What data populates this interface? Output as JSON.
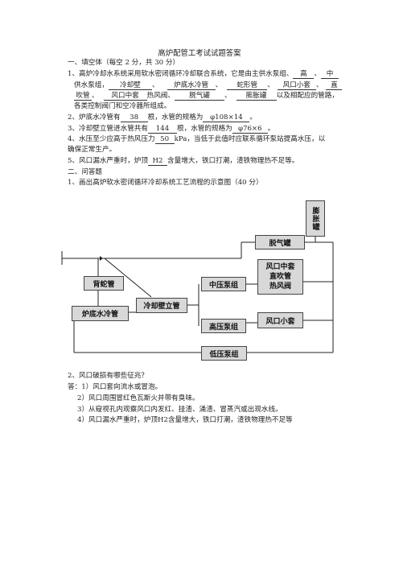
{
  "title": "高炉配管工考试试题答案",
  "sec1": {
    "heading": "一、填空体（每空 2 分，共 30 分）",
    "q1": {
      "a": "1、高炉冷却水系统采用软水密闭循环冷却联合系统，它是由主供水泵组、",
      "b1": "高",
      "c": "、",
      "b2": "中",
      "d": "供水泵组，",
      "b3": "冷却壁",
      "e": "、",
      "b4": "炉底水冷管",
      "f": "、",
      "b5": "蛇形管",
      "g": "、",
      "b6": "风口小套",
      "h": "、",
      "b7": "直",
      "i_prefix": "",
      "b8": "吹管",
      "j": "、",
      "b9": "风口中套",
      "k": "热风阀、",
      "b10": "脱气罐",
      "l": "、",
      "b11": "膨胀罐",
      "m": "以及相配应的管路，",
      "n": "各类控制阀门和空冷器所组成。"
    },
    "q2": {
      "a": "2、炉底水冷管有",
      "b1": "38",
      "c": "根，水管的规格为",
      "b2": "φ108×14",
      "d": "。"
    },
    "q3": {
      "a": "3、冷却壁立管进水管共有",
      "b1": "144",
      "c": "根，水管的规格为",
      "b2": "φ76×6",
      "d": "。"
    },
    "q4": {
      "a": "4、水压至少应高于热风压力",
      "b1": "50",
      "c": "kPa，当低于此值时应联系循环泵站提高水压，以",
      "d": "确保正常生产。"
    },
    "q5": {
      "a": "5、风口漏水严重时，炉顶",
      "b1": "H2",
      "c": "含量增大，铁口打潮，渣铁物理热不足等。"
    }
  },
  "sec2": {
    "heading": "二、问答题",
    "q1": "1、画出高炉软水密闭循环冷却系统工艺流程的示意图（40 分）",
    "diagram": {
      "expansion_tank": "膨胀罐",
      "degas_tank": "脱气罐",
      "tuyere_middle": "风口中套\n直吹管\n热风阀",
      "mid_pump": "中压泵组",
      "high_pump": "高压泵组",
      "low_pump": "低压泵组",
      "serpentine": "背蛇管",
      "stave_riser": "冷却壁立管",
      "bottom_cooler": "炉底水冷管",
      "tuyere_small": "风口小套"
    },
    "q2": "2、风口破损有哪些征兆？",
    "answers": [
      "答：1）风口套向流水或冒泡。",
      "2）风口周围冒红色瓦斯火并带有臭味。",
      "3）从窥视孔内观察风口内发红、挂渣、涌渣、冒蒸汽或出现水线。",
      "4）风口漏水严重时，炉顶H2含量增大，铁口打潮，渣铁物理热不足等"
    ]
  }
}
